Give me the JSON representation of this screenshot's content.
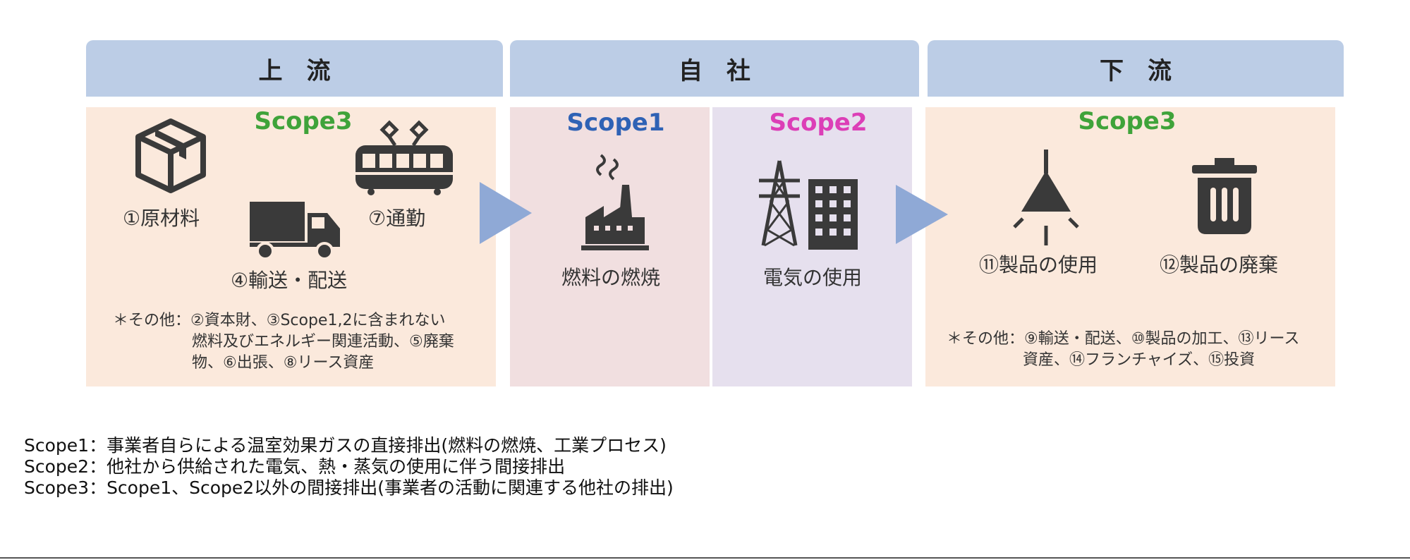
{
  "headers": {
    "upstream": "上　流",
    "company": "自　社",
    "downstream": "下　流"
  },
  "upstream": {
    "scope": "Scope3",
    "items": [
      "①原材料",
      "④輸送・配送",
      "⑦通勤"
    ],
    "note_line1": "＊その他：②資本財、③Scope1,2に含まれない",
    "note_line2": "燃料及びエネルギー関連活動、⑤廃棄",
    "note_line3": "物、⑥出張、⑧リース資産"
  },
  "company": {
    "scope1": "Scope1",
    "scope1_item": "燃料の燃焼",
    "scope2": "Scope2",
    "scope2_item": "電気の使用"
  },
  "downstream": {
    "scope": "Scope3",
    "items": [
      "⑪製品の使用",
      "⑫製品の廃棄"
    ],
    "note_line1": "＊その他：⑨輸送・配送、⑩製品の加工、⑬リース",
    "note_line2": "資産、⑭フランチャイズ、⑮投資"
  },
  "legend": [
    "Scope1：事業者自らによる温室効果ガスの直接排出(燃料の燃焼、工業プロセス)",
    "Scope2：他社から供給された電気、熱・蒸気の使用に伴う間接排出",
    "Scope3：Scope1、Scope2以外の間接排出(事業者の活動に関連する他社の排出)"
  ],
  "colors": {
    "header_bg": "#bccde6",
    "upstream_bg": "#fbe9dc",
    "scope1_bg": "#f1dfe0",
    "scope2_bg": "#e6e0ee",
    "arrow": "#8fa9d6",
    "scope3_text": "#3fa33a",
    "scope1_text": "#2f62b5",
    "scope2_text": "#dc3fb7",
    "icon": "#3a3a3a"
  }
}
